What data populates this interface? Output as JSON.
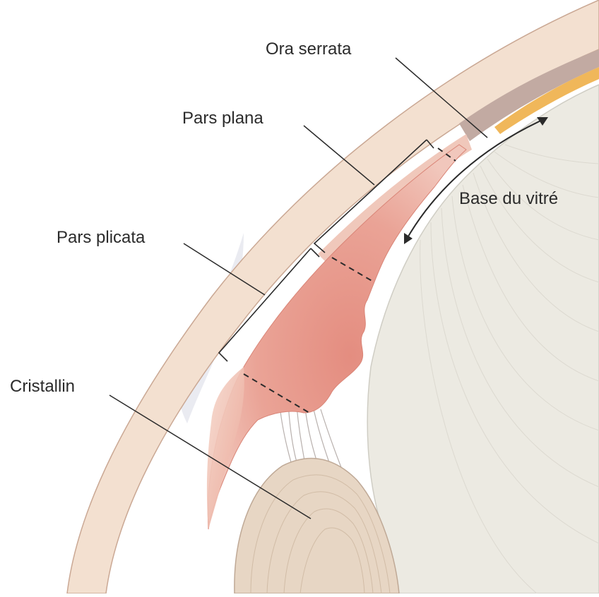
{
  "labels": {
    "ora_serrata": "Ora serrata",
    "pars_plana": "Pars plana",
    "pars_plicata": "Pars plicata",
    "cristallin": "Cristallin",
    "base_du_vitre": "Base du vitré"
  },
  "colors": {
    "sclera": "#f3e0d0",
    "sclera_edge": "#caa894",
    "choroid": "#c2aaa2",
    "retina_yellow": "#f0b75a",
    "ciliary_body": "#e59a8e",
    "ciliary_light": "#f0c8bb",
    "vitreous": "#eceae2",
    "lens": "#e7d6c4",
    "leader_line": "#2b2b2b"
  }
}
